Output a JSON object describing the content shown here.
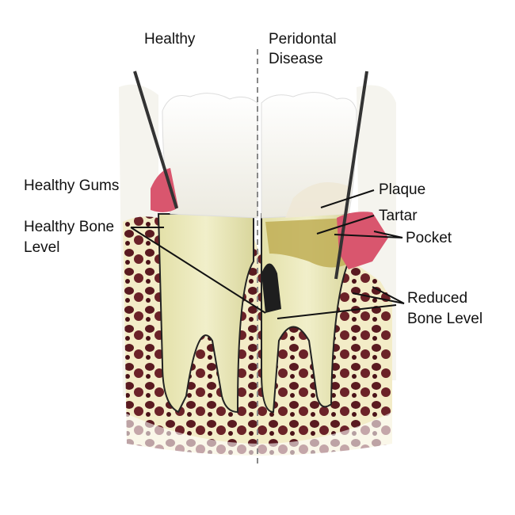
{
  "headings": {
    "healthy": "Healthy",
    "disease_line1": "Peridontal",
    "disease_line2": "Disease"
  },
  "labels": {
    "healthy_gums": "Healthy Gums",
    "healthy_bone_line1": "Healthy Bone",
    "healthy_bone_line2": "Level",
    "plaque": "Plaque",
    "tartar": "Tartar",
    "pocket": "Pocket",
    "reduced_bone_line1": "Reduced",
    "reduced_bone_line2": "Bone Level"
  },
  "colors": {
    "gum": "#d9566e",
    "bone": "#f3ecc7",
    "marrow": "#5a1a20",
    "enamel": "#fbfbf8",
    "tartar": "#bfae55",
    "divider": "#888888"
  }
}
